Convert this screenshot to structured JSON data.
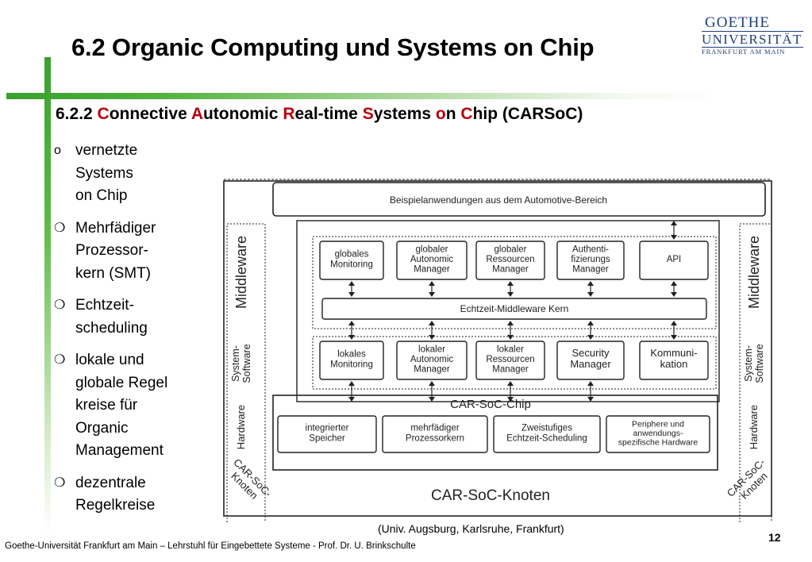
{
  "header": {
    "title": "6.2 Organic Computing und Systems on Chip",
    "subtitle_parts": [
      {
        "t": "6.2.2 ",
        "hl": false
      },
      {
        "t": "C",
        "hl": true
      },
      {
        "t": "onnective ",
        "hl": false
      },
      {
        "t": "A",
        "hl": true
      },
      {
        "t": "utonomic ",
        "hl": false
      },
      {
        "t": "R",
        "hl": true
      },
      {
        "t": "eal-time ",
        "hl": false
      },
      {
        "t": "S",
        "hl": true
      },
      {
        "t": "ystems ",
        "hl": false
      },
      {
        "t": "o",
        "hl": true
      },
      {
        "t": "n ",
        "hl": false
      },
      {
        "t": "C",
        "hl": true
      },
      {
        "t": "hip (CARSoC)",
        "hl": false
      }
    ]
  },
  "logo": {
    "line1": "GOETHE",
    "line2": "UNIVERSITÄT",
    "line3": "FRANKFURT AM MAIN"
  },
  "colors": {
    "accent_green": "#3aa030",
    "highlight_red": "#b8000a",
    "logo_blue": "#1f3f7a"
  },
  "bullets": [
    {
      "marker": "o",
      "lines": [
        "vernetzte",
        "Systems",
        "on Chip"
      ]
    },
    {
      "marker": "❍",
      "lines": [
        "Mehrfädiger",
        "Prozessor-",
        "kern (SMT)"
      ]
    },
    {
      "marker": "❍",
      "lines": [
        "Echtzeit-",
        "scheduling"
      ]
    },
    {
      "marker": "❍",
      "lines": [
        "lokale und",
        "globale Regel",
        "kreise für",
        "Organic",
        "Management"
      ]
    },
    {
      "marker": "❍",
      "lines": [
        "dezentrale",
        "Regelkreise"
      ]
    }
  ],
  "diagram": {
    "top_label": "Beispielanwendungen aus dem Automotive-Bereich",
    "middleware_label": "Middleware",
    "system_software_label": "System-\nSoftware",
    "hardware_label": "Hardware",
    "node_side_label": "CAR-SoC-\nKnoten",
    "global_row": [
      "globales\nMonitoring",
      "globaler\nAutonomic\nManager",
      "globaler\nRessourcen\nManager",
      "Authenti-\nfizierungs\nManager",
      "API"
    ],
    "middleware_kernel": "Echtzeit-Middleware Kern",
    "local_row": [
      "lokales\nMonitoring",
      "lokaler\nAutonomic\nManager",
      "lokaler\nRessourcen\nManager",
      "Security\nManager",
      "Kommuni-\nkation"
    ],
    "chip_label": "CAR-SoC-Chip",
    "chip_row": [
      "integrierter\nSpeicher",
      "mehrfädiger\nProzessorkern",
      "Zweistufiges\nEchtzeit-Scheduling",
      "Periphere und\nanwendungs-\nspezifische Hardware"
    ],
    "node_label": "CAR-SoC-Knoten"
  },
  "caption": "(Univ. Augsburg, Karlsruhe, Frankfurt)",
  "footer": "Goethe-Universität Frankfurt am Main – Lehrstuhl für Eingebettete Systeme - Prof. Dr. U. Brinkschulte",
  "page_number": "12"
}
